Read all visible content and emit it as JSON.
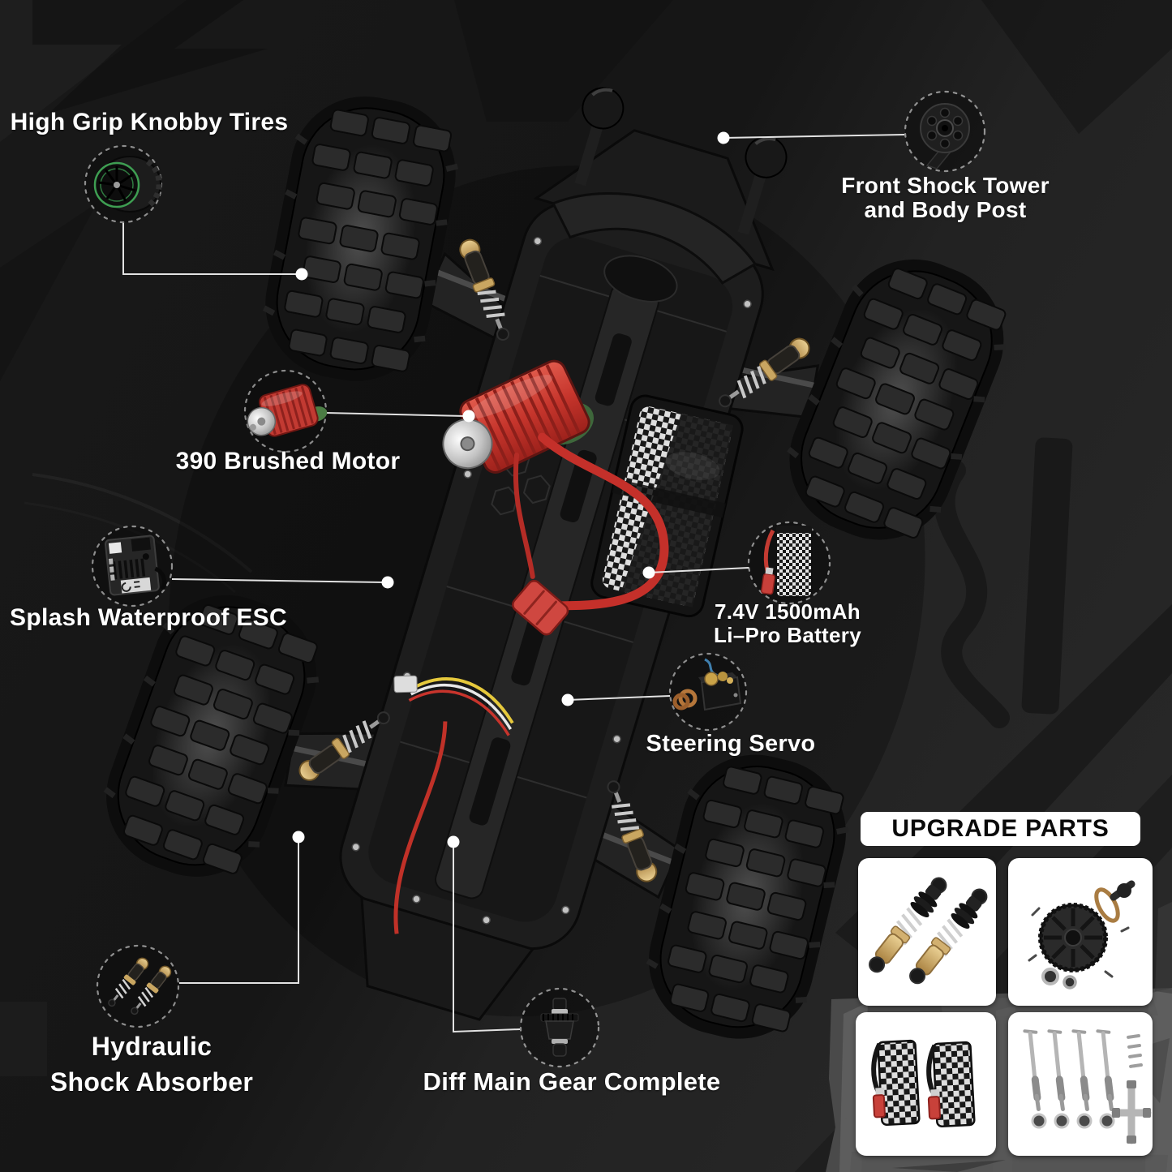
{
  "callouts": {
    "tires": {
      "label": "High Grip Knobby Tires",
      "icon": "knobby-tire-icon"
    },
    "front_shock_tower": {
      "label_line1": "Front Shock Tower",
      "label_line2": "and Body Post",
      "icon": "shock-tower-icon"
    },
    "motor": {
      "label": "390 Brushed Motor",
      "icon": "brushed-motor-icon"
    },
    "esc": {
      "label": "Splash Waterproof ESC",
      "icon": "esc-module-icon"
    },
    "battery": {
      "label_line1": "7.4V 1500mAh",
      "label_line2": "Li–Pro Battery",
      "icon": "battery-icon"
    },
    "servo": {
      "label": "Steering Servo",
      "icon": "steering-servo-icon"
    },
    "shock_absorber": {
      "label_line1": "Hydraulic",
      "label_line2": "Shock Absorber",
      "icon": "shock-absorber-icon"
    },
    "diff_gear": {
      "label": "Diff Main Gear Complete",
      "icon": "diff-gear-icon"
    }
  },
  "upgrade_parts": {
    "title": "UPGRADE PARTS",
    "tiles": [
      {
        "name": "hydraulic-shock-absorbers"
      },
      {
        "name": "diff-main-gear-assembly"
      },
      {
        "name": "li-pro-batteries"
      },
      {
        "name": "drive-shafts-with-cross-wrench"
      }
    ]
  },
  "colors": {
    "background": "#1a1a1a",
    "label_text": "#ffffff",
    "accent_red": "#c63a32",
    "gold": "#c9a661",
    "tire_green": "#3e9e52",
    "panel_white": "#ffffff",
    "header_text": "#0a0a0a"
  }
}
